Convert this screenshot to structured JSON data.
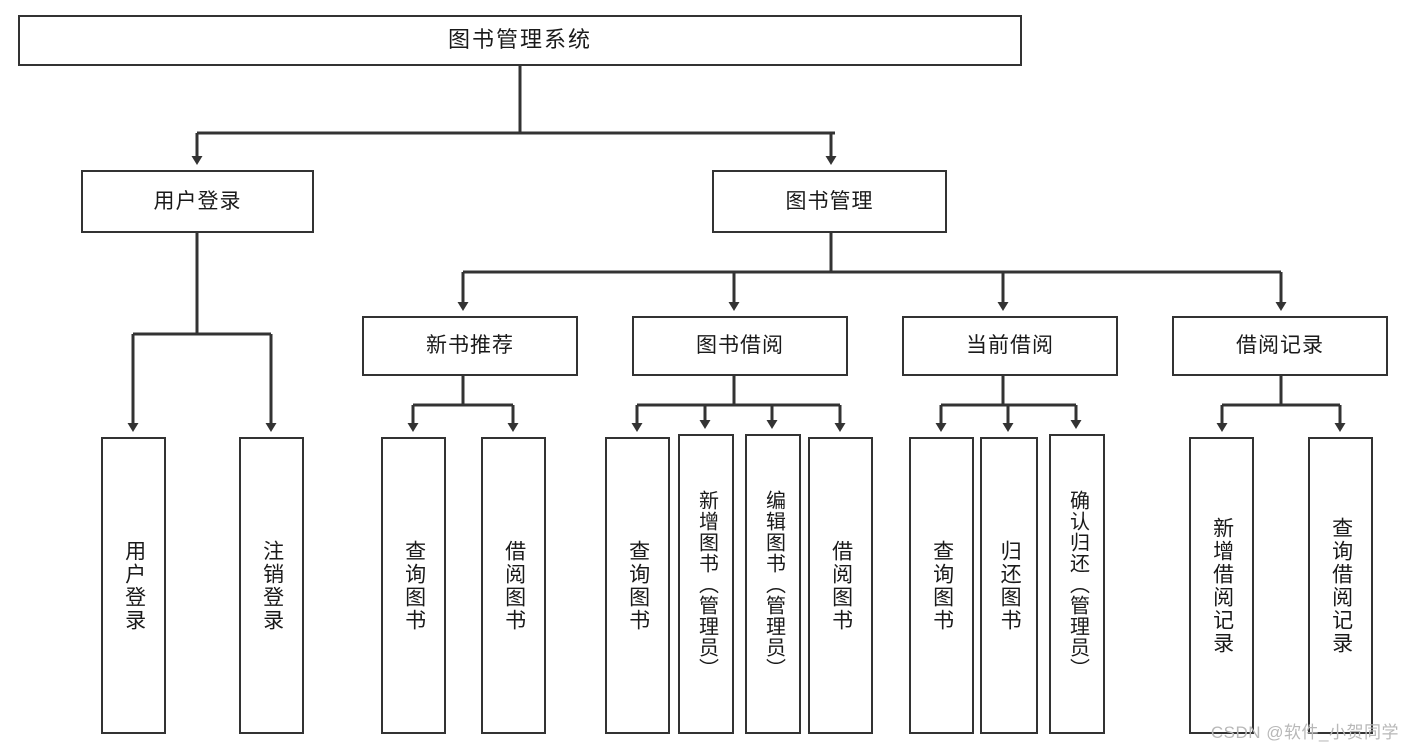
{
  "diagram": {
    "title": "图书管理系统",
    "type": "tree-hierarchy-chart",
    "colors": {
      "box_border": "#333333",
      "box_fill": "#ffffff",
      "edge": "#333333",
      "text": "#1a1a1a",
      "watermark": "#b8b8b8",
      "background": "#ffffff"
    },
    "watermark": "CSDN @软件_小贺同学",
    "levels": {
      "root": [
        "图书管理系统"
      ],
      "level2": [
        "用户登录",
        "图书管理"
      ],
      "level3": [
        "新书推荐",
        "图书借阅",
        "当前借阅",
        "借阅记录"
      ],
      "leaves": [
        "用户登录",
        "注销登录",
        "查询图书",
        "借阅图书",
        "查询图书",
        "新增图书（管理员）",
        "编辑图书（管理员）",
        "借阅图书",
        "查询图书",
        "归还图书",
        "确认归还（管理员）",
        "新增借阅记录",
        "查询借阅记录"
      ]
    },
    "nodes": {
      "root": {
        "label": "图书管理系统"
      },
      "user_login": {
        "label": "用户登录"
      },
      "book_manage": {
        "label": "图书管理"
      },
      "new_book_rec": {
        "label": "新书推荐"
      },
      "book_borrow": {
        "label": "图书借阅"
      },
      "current_borrow": {
        "label": "当前借阅"
      },
      "borrow_record": {
        "label": "借阅记录"
      },
      "leaf_user_login": {
        "label": "用户登录"
      },
      "leaf_logout": {
        "label": "注销登录"
      },
      "leaf_query_book_1": {
        "label": "查询图书"
      },
      "leaf_borrow_book_1": {
        "label": "借阅图书"
      },
      "leaf_query_book_2": {
        "label": "查询图书"
      },
      "leaf_add_book_admin": {
        "label": "新增图书（管理员）"
      },
      "leaf_edit_book_admin": {
        "label": "编辑图书（管理员）"
      },
      "leaf_borrow_book_2": {
        "label": "借阅图书"
      },
      "leaf_query_book_3": {
        "label": "查询图书"
      },
      "leaf_return_book": {
        "label": "归还图书"
      },
      "leaf_confirm_return_admin": {
        "label": "确认归还（管理员）"
      },
      "leaf_add_borrow_record": {
        "label": "新增借阅记录"
      },
      "leaf_query_borrow_record": {
        "label": "查询借阅记录"
      }
    },
    "edges": [
      {
        "from": "root",
        "to": "user_login"
      },
      {
        "from": "root",
        "to": "book_manage"
      },
      {
        "from": "user_login",
        "to": "leaf_user_login"
      },
      {
        "from": "user_login",
        "to": "leaf_logout"
      },
      {
        "from": "book_manage",
        "to": "new_book_rec"
      },
      {
        "from": "book_manage",
        "to": "book_borrow"
      },
      {
        "from": "book_manage",
        "to": "current_borrow"
      },
      {
        "from": "book_manage",
        "to": "borrow_record"
      },
      {
        "from": "new_book_rec",
        "to": "leaf_query_book_1"
      },
      {
        "from": "new_book_rec",
        "to": "leaf_borrow_book_1"
      },
      {
        "from": "book_borrow",
        "to": "leaf_query_book_2"
      },
      {
        "from": "book_borrow",
        "to": "leaf_add_book_admin"
      },
      {
        "from": "book_borrow",
        "to": "leaf_edit_book_admin"
      },
      {
        "from": "book_borrow",
        "to": "leaf_borrow_book_2"
      },
      {
        "from": "current_borrow",
        "to": "leaf_query_book_3"
      },
      {
        "from": "current_borrow",
        "to": "leaf_return_book"
      },
      {
        "from": "current_borrow",
        "to": "leaf_confirm_return_admin"
      },
      {
        "from": "borrow_record",
        "to": "leaf_add_borrow_record"
      },
      {
        "from": "borrow_record",
        "to": "leaf_query_borrow_record"
      }
    ]
  }
}
